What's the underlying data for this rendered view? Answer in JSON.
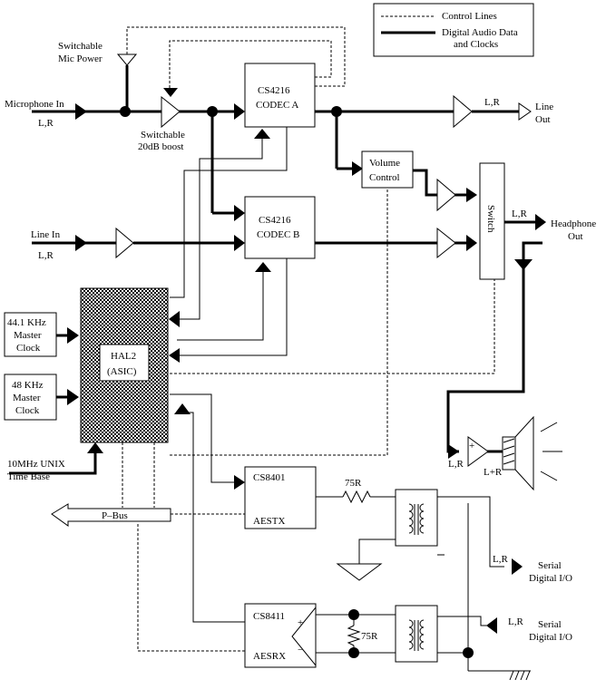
{
  "legend": {
    "control_lines": "Control Lines",
    "digital_audio_1": "Digital Audio Data",
    "digital_audio_2": "and Clocks"
  },
  "labels": {
    "switchable_1": "Switchable",
    "mic_power": "Mic Power",
    "microphone_in": "Microphone In",
    "mic_lr": "L,R",
    "switchable_2": "Switchable",
    "boost": "20dB boost",
    "codec_a_chip": "CS4216",
    "codec_a_name": "CODEC A",
    "line_out_lr": "L,R",
    "line_out_1": "Line",
    "line_out_2": "Out",
    "volume_1": "Volume",
    "volume_2": "Control",
    "switch": "Switch",
    "hp_lr": "L,R",
    "headphone_1": "Headphone",
    "headphone_2": "Out",
    "line_in": "Line In",
    "line_in_lr": "L,R",
    "codec_b_chip": "CS4216",
    "codec_b_name": "CODEC B",
    "clk441_1": "44.1 KHz",
    "clk441_2": "Master",
    "clk441_3": "Clock",
    "clk48_1": "48 KHz",
    "clk48_2": "Master",
    "clk48_3": "Clock",
    "hal2_1": "HAL2",
    "hal2_2": "(ASIC)",
    "timebase_1": "10MHz UNIX",
    "timebase_2": "Time Base",
    "pbus": "P–Bus",
    "aestx_chip": "CS8401",
    "aestx_name": "AESTX",
    "r75_top": "75R",
    "spk_lr": "L,R",
    "spk_plus": "+",
    "spk_mix": "L+R",
    "serial_out_lr": "L,R",
    "serial_out_1": "Serial",
    "serial_out_2": "Digital I/O",
    "aesrx_chip": "CS8411",
    "aesrx_name": "AESRX",
    "rx_plus": "+",
    "rx_minus": "−",
    "r75_bottom": "75R",
    "serial_in_lr": "L,R",
    "serial_in_1": "Serial",
    "serial_in_2": "Digital I/O"
  }
}
